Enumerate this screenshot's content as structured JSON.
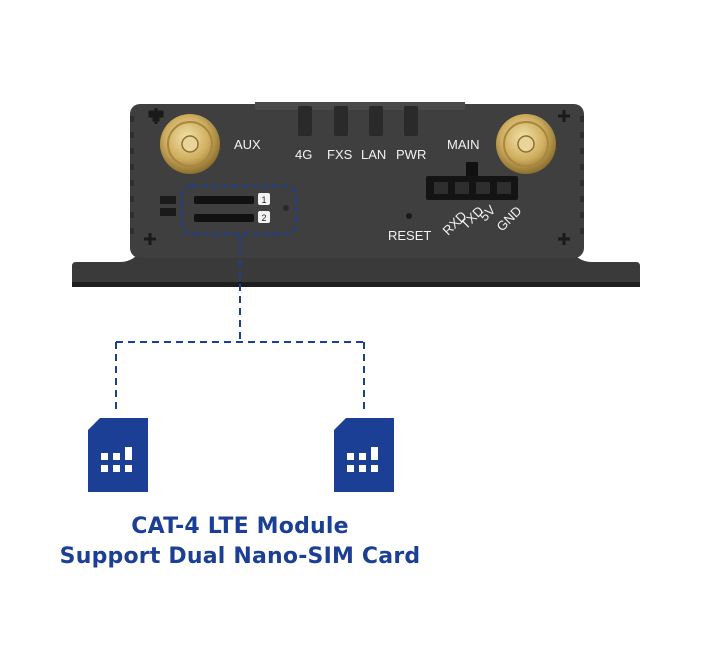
{
  "device": {
    "antenna_labels": {
      "aux": "AUX",
      "main": "MAIN"
    },
    "leds": [
      {
        "label": "4G"
      },
      {
        "label": "FXS"
      },
      {
        "label": "LAN"
      },
      {
        "label": "PWR"
      }
    ],
    "sim_slots": [
      {
        "number": "1"
      },
      {
        "number": "2"
      }
    ],
    "reset_label": "RESET",
    "serial_pins": [
      {
        "label": "RXD"
      },
      {
        "label": "TXD"
      },
      {
        "label": "5V"
      },
      {
        "label": "GND"
      }
    ]
  },
  "caption": {
    "line1": "CAT-4 LTE Module",
    "line2": "Support Dual Nano-SIM Card"
  },
  "colors": {
    "body": "#3d3d3d",
    "accent_blue": "#1b3f95",
    "gold": "#c9a85a"
  }
}
